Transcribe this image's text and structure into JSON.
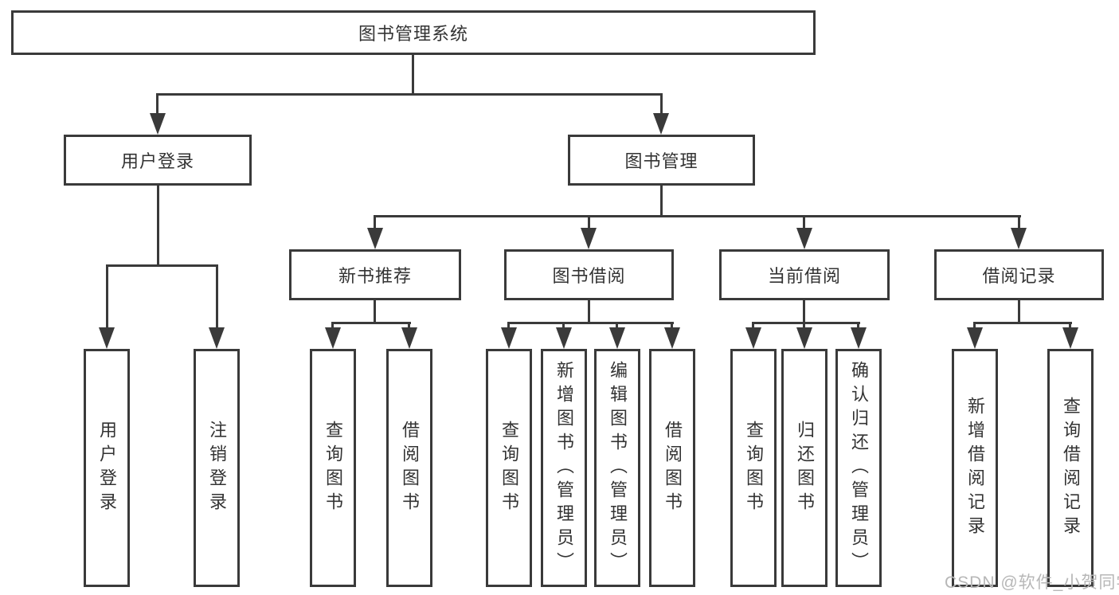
{
  "tree": {
    "label": "图书管理系统",
    "children": [
      {
        "label": "用户登录",
        "children": [
          {
            "label": "用户登录"
          },
          {
            "label": "注销登录"
          }
        ]
      },
      {
        "label": "图书管理",
        "children": [
          {
            "label": "新书推荐",
            "children": [
              {
                "label": "查询图书"
              },
              {
                "label": "借阅图书"
              }
            ]
          },
          {
            "label": "图书借阅",
            "children": [
              {
                "label": "查询图书"
              },
              {
                "label": "新增图书（管理员）"
              },
              {
                "label": "编辑图书（管理员）"
              },
              {
                "label": "借阅图书"
              }
            ]
          },
          {
            "label": "当前借阅",
            "children": [
              {
                "label": "查询图书"
              },
              {
                "label": "归还图书"
              },
              {
                "label": "确认归还（管理员）"
              }
            ]
          },
          {
            "label": "借阅记录",
            "children": [
              {
                "label": "新增借阅记录"
              },
              {
                "label": "查询借阅记录"
              }
            ]
          }
        ]
      }
    ]
  },
  "watermark": "CSDN @软件_小贺同学",
  "colors": {
    "line": "#3a3a3a",
    "text": "#333333",
    "watermark": "#b7b7b7",
    "background": "#ffffff"
  }
}
